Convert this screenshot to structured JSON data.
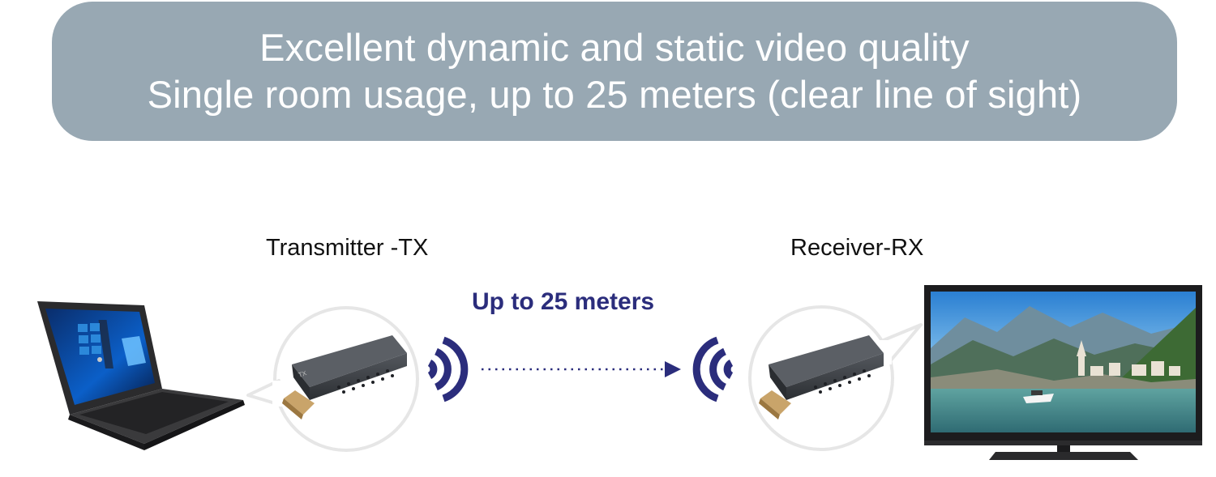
{
  "banner": {
    "line1": "Excellent dynamic and static video quality",
    "line2": "Single room usage, up to 25 meters (clear line of sight)"
  },
  "transmitter": {
    "label": "Transmitter -TX"
  },
  "receiver": {
    "label": "Receiver-RX"
  },
  "distance": {
    "label": "Up to 25 meters"
  },
  "dongle": {
    "mark": "TX"
  },
  "colors": {
    "banner_bg": "#98a8b3",
    "accent": "#2b2d7c",
    "dongle_body": "#3a3d42",
    "hdmi_gold": "#c9a46a"
  },
  "icons": [
    "laptop-icon",
    "tx-dongle-icon",
    "rx-dongle-icon",
    "tv-icon",
    "wireless-signal-icon",
    "arrow-right-icon"
  ]
}
